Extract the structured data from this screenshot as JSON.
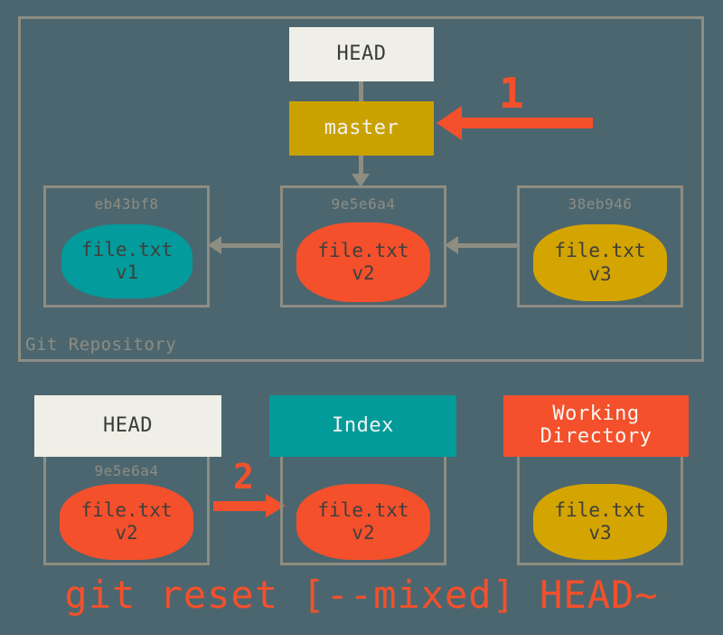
{
  "diagram": {
    "title": "git reset [--mixed] HEAD~",
    "background_color": "#4c666f",
    "caption": "git reset [--mixed] HEAD~"
  },
  "colors": {
    "background": "#4c666f",
    "frame_grey": "#8d8d82",
    "head_cream": "#efefe7",
    "branch_gold": "#c9a200",
    "index_teal": "#029b9a",
    "working_orange": "#f4502b",
    "blob_teal": "#039b9b",
    "blob_orange": "#f4502b",
    "blob_gold": "#d4a400",
    "callout_red": "#f4502b"
  },
  "repository": {
    "label": "Git Repository",
    "head": {
      "label": "HEAD"
    },
    "branch": {
      "label": "master"
    },
    "commits": [
      {
        "hash": "eb43bf8",
        "file": "file.txt",
        "version": "v1",
        "blob_color": "#039b9b"
      },
      {
        "hash": "9e5e6a4",
        "file": "file.txt",
        "version": "v2",
        "blob_color": "#f4502b"
      },
      {
        "hash": "38eb946",
        "file": "file.txt",
        "version": "v3",
        "blob_color": "#d4a400"
      }
    ]
  },
  "steps": [
    {
      "number": "1",
      "description": "master pointer moves"
    },
    {
      "number": "2",
      "description": "HEAD snapshot copied to Index"
    }
  ],
  "areas": [
    {
      "title": "HEAD",
      "title_color": "#efefe7",
      "hash": "9e5e6a4",
      "file": "file.txt",
      "version": "v2",
      "blob_color": "#f4502b"
    },
    {
      "title": "Index",
      "title_color": "#029b9a",
      "hash": "",
      "file": "file.txt",
      "version": "v2",
      "blob_color": "#f4502b"
    },
    {
      "title_line1": "Working",
      "title_line2": "Directory",
      "title_color": "#f4502b",
      "hash": "",
      "file": "file.txt",
      "version": "v3",
      "blob_color": "#d4a400"
    }
  ]
}
